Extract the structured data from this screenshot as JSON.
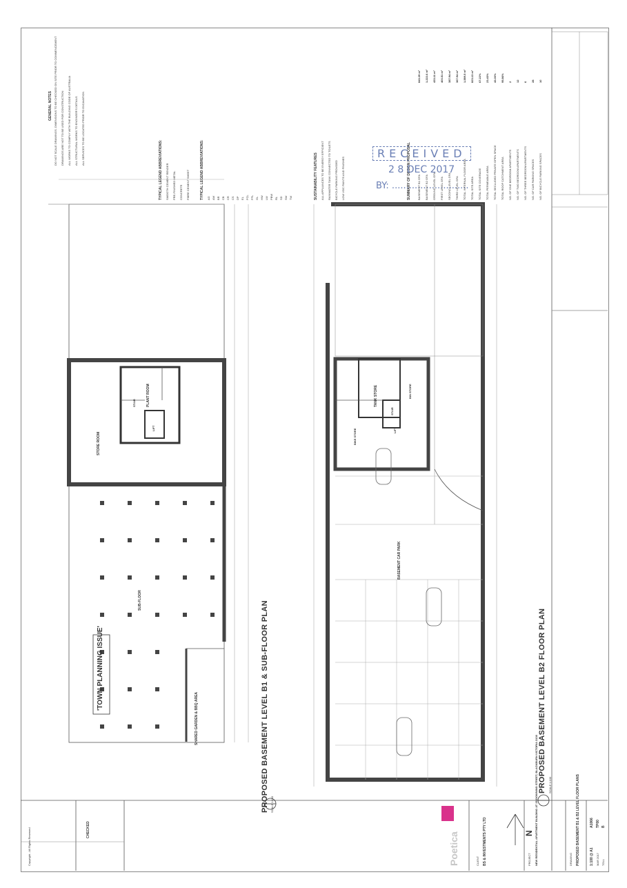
{
  "general_notes": {
    "heading": "GENERAL NOTES",
    "items": [
      "DO NOT SCALE DRAWINGS. DIMENSIONS TO BE CHECKED ON SITE PRIOR TO COMMENCEMENT",
      "DRAWINGS ARE NOT TO BE USED FOR CONSTRUCTION",
      "ALL WORKS TO COMPLY WITH THE BUILDING CODE OF AUSTRALIA",
      "ALL STRUCTURAL WORKS TO ENGINEER'S DETAILS",
      "ALL SERVICES TO BE LOCATED PRIOR TO EXCAVATION"
    ]
  },
  "legend": {
    "abbreviations_heading": "TYPICAL LEGEND ABBREVIATIONS:",
    "abbreviation_items": [
      "SMOOTH CEMENT RENDER",
      "PRE-FINISHED METAL",
      "CONCRETE",
      "FIBRE CEMENT SHEET"
    ],
    "typical_heading": "TYPICAL LEGEND ABBREVIATIONS:",
    "codes": [
      "AG",
      "AW",
      "BR",
      "CB",
      "CR",
      "CS",
      "DP",
      "EL",
      "FCL",
      "FFL",
      "GL",
      "HW",
      "LW",
      "PBW",
      "RL",
      "SD",
      "SW",
      "TW"
    ]
  },
  "sustainability": {
    "heading": "SUSTAINABILITY FEATURES",
    "items": [
      "ALL APPLIANCES TO BE ENERGY EFFICIENT",
      "RAINWATER TANK CONNECTED TO TOILETS",
      "BICYCLE PARKING PROVIDED",
      "LOW VOC PAINTS AND FINISHES"
    ]
  },
  "summary": {
    "heading": "SUMMARY OF DESIGN PROPOSAL",
    "rows": [
      {
        "label": "BASEMENT B1 GFA",
        "value": "843.39 m²"
      },
      {
        "label": "BASEMENT B2 GFA",
        "value": "1,222.6 m²"
      },
      {
        "label": "GROUND LEVEL GFA",
        "value": "433.11 m²"
      },
      {
        "label": "FIRST LEVEL GFA",
        "value": "400.51 m²"
      },
      {
        "label": "SECOND LEVEL GFA",
        "value": "387.94 m²"
      },
      {
        "label": "THIRD LEVEL GFA",
        "value": "367.94 m²"
      },
      {
        "label": "TOTAL INTERNAL FLOOR AREA",
        "value": "1,589.5 m²"
      },
      {
        "label": "TOTAL SITE AREA",
        "value": "823.13 m²"
      },
      {
        "label": "TOTAL SITE COVERAGE",
        "value": "67.22%"
      },
      {
        "label": "TOTAL PERMEABLE AREA",
        "value": "23.43%"
      },
      {
        "label": "TOTAL SECLUDED PRIVATE OPEN SPACE",
        "value": "43.00%"
      },
      {
        "label": "TOTAL ROOF CATCHMENT AREA",
        "value": "95.86%"
      },
      {
        "label": "NO. OF ONE BEDROOM APARTMENTS",
        "value": "2"
      },
      {
        "label": "NO. OF TWO BEDROOM APARTMENTS",
        "value": "12"
      },
      {
        "label": "NO. OF THREE BEDROOM APARTMENTS",
        "value": "6"
      },
      {
        "label": "NO. OF CAR PARKING SPACES",
        "value": "28"
      },
      {
        "label": "NO. OF BICYCLE PARKING SPACES",
        "value": "10"
      }
    ]
  },
  "stamp": {
    "received": "RECEIVED",
    "date": "2 8 DEC 2017",
    "by": "BY: ..........................."
  },
  "plans": {
    "b1_title": "PROPOSED BASEMENT LEVEL B1 & SUB-FLOOR PLAN",
    "b1_scale": "SCALE 1:100",
    "b2_title": "PROPOSED BASEMENT LEVEL B2 FLOOR PLAN",
    "b2_scale": "SCALE 1:100",
    "rooms": {
      "store_room": "STORE ROOM",
      "plant_room": "PLANT ROOM",
      "stair": "STAIR",
      "lift": "LIFT",
      "sub_floor": "SUB-FLOOR",
      "shared_garden": "SHARED GARDEN & BBQ AREA",
      "tank_store": "TANK STORE",
      "bin_store": "BIN STORE",
      "bike_store": "BIKE STORE",
      "basement_car_park": "BASEMENT CAR PARK"
    }
  },
  "town_planning": "'TOWN PLANNING ISSUE'",
  "title_block": {
    "checked": "CHECKED",
    "brand": "Poetica",
    "client_label": "CLIENT",
    "client": "BS & INVESTMENTS PTY LTD",
    "project_label": "PROJECT",
    "project": "NEW RESIDENTIAL APARTMENT BUILDING AT 25 DOWNING STREET, BLACKBURN VICTORIA 3130",
    "drawing_label": "DRAWING",
    "drawing": "PROPOSED BASEMENT B1 & B2 LEVEL FLOOR PLANS",
    "scale": "1:100 @ A1",
    "date": "MAR 2017",
    "drawn": "TGLL",
    "job": "A1066",
    "sheet": "TP00",
    "rev": "B",
    "north": "N",
    "copyright": "Copyright - All Rights Reserved"
  }
}
